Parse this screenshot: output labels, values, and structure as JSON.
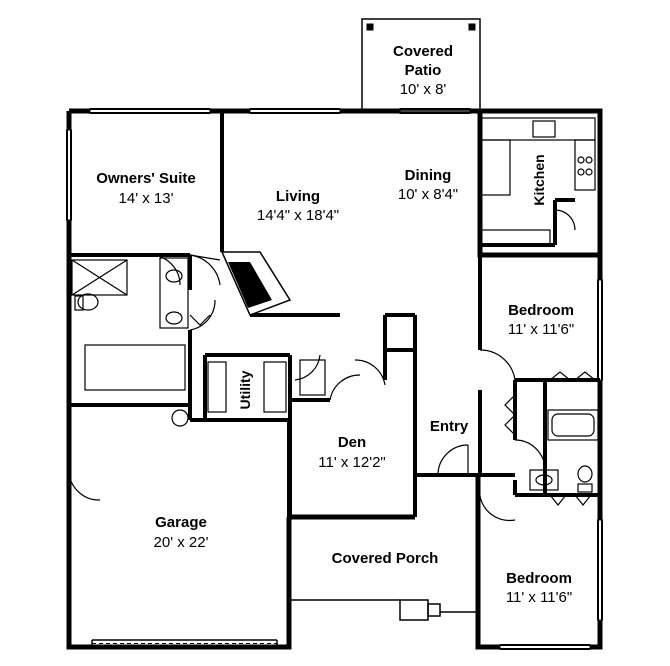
{
  "rooms": {
    "covered_patio": {
      "name_line1": "Covered",
      "name_line2": "Patio",
      "size": "10' x 8'"
    },
    "owners_suite": {
      "name": "Owners' Suite",
      "size": "14' x 13'"
    },
    "living": {
      "name": "Living",
      "size": "14'4\" x 18'4\""
    },
    "dining": {
      "name": "Dining",
      "size": "10' x 8'4\""
    },
    "kitchen": {
      "name": "Kitchen"
    },
    "bedroom_1": {
      "name": "Bedroom",
      "size": "11' x 11'6\""
    },
    "utility": {
      "name": "Utility"
    },
    "entry": {
      "name": "Entry"
    },
    "den": {
      "name": "Den",
      "size": "11' x 12'2\""
    },
    "garage": {
      "name": "Garage",
      "size": "20' x 22'"
    },
    "covered_porch": {
      "name": "Covered Porch"
    },
    "bedroom_2": {
      "name": "Bedroom",
      "size": "11' x 11'6\""
    }
  },
  "colors": {
    "wall": "#000000",
    "background": "#ffffff"
  }
}
